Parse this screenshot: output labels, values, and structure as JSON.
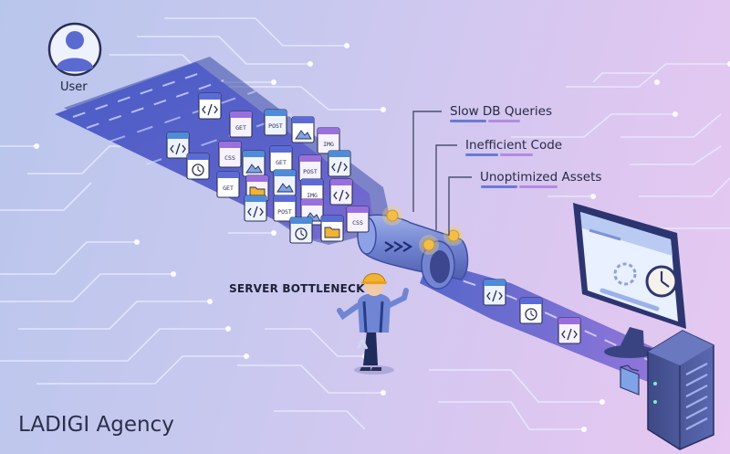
{
  "user": {
    "label": "User"
  },
  "issues": [
    {
      "label": "Slow DB Queries"
    },
    {
      "label": "Inefficient Code"
    },
    {
      "label": "Unoptimized Assets"
    }
  ],
  "bottleneck": {
    "label": "SERVER BOTTLENECK"
  },
  "brand": {
    "name": "LADIGI Agency"
  },
  "colors": {
    "road_blue": "#4b5fc4",
    "road_purple": "#8c6fd8",
    "pipe": "#6f82cf",
    "warning_light": "#f2b233",
    "text": "#1f2440"
  },
  "icons": [
    "user-icon",
    "code-file-icon",
    "clock-icon",
    "image-file-icon",
    "folder-icon",
    "warning-light-icon",
    "loading-spinner-icon",
    "server-icon",
    "monitor-icon"
  ],
  "file_tags": [
    "GET",
    "POST",
    "IMG",
    "CSS",
    "GET",
    "POST",
    "GET",
    "IMG",
    "POST",
    "CSS",
    "GET",
    "POST"
  ]
}
